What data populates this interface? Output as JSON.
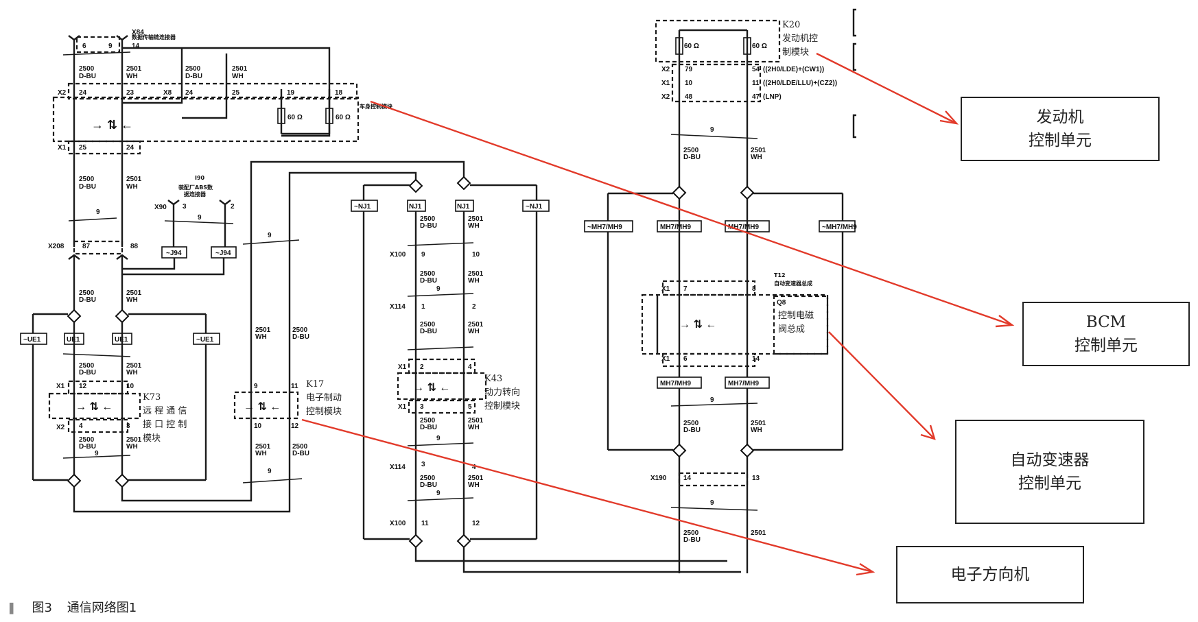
{
  "caption": {
    "marker": "▌",
    "figure": "图3",
    "title": "通信网络图1"
  },
  "target_boxes": {
    "engine": {
      "line1": "发动机",
      "line2": "控制单元"
    },
    "bcm": {
      "line1": "BCM",
      "line2": "控制单元"
    },
    "transmission": {
      "line1": "自动变速器",
      "line2": "控制单元"
    },
    "steering": {
      "line1": "电子方向机"
    }
  },
  "modules": {
    "k20": {
      "code": "K20",
      "name1": "发动机控",
      "name2": "制模块"
    },
    "t12": {
      "code": "T12",
      "sub": "自动变速器总成",
      "q8": "Q8",
      "name1": "控制电磁",
      "name2": "阀总成"
    },
    "k73": {
      "code": "K73",
      "name1": "远 程 通 信",
      "name2": "接 口 控 制",
      "name3": "模块"
    },
    "k17": {
      "code": "K17",
      "name1": "电子制动",
      "name2": "控制模块"
    },
    "k43": {
      "code": "K43",
      "name1": "动力转向",
      "name2": "控制模块"
    },
    "x84": {
      "code": "X84",
      "name": "数据传输链连接器"
    },
    "i90": {
      "code": "I90",
      "name1": "装配厂ABS数",
      "name2": "据连接器"
    },
    "body": {
      "name": "车身控制模块"
    }
  },
  "wires": {
    "bu_num": "2500",
    "bu_col": "D-BU",
    "wh_num": "2501",
    "wh_col": "WH",
    "twist": "9"
  },
  "splices": {
    "ue1": "UE1",
    "not_ue1": "~UE1",
    "nj1": "NJ1",
    "not_nj1": "~NJ1",
    "mh": "MH7/MH9",
    "not_mh": "~MH7/MH9",
    "j94": "~J94"
  },
  "connectors": {
    "x2": "X2",
    "x1": "X1",
    "x8": "X8",
    "x90": "X90",
    "x208": "X208",
    "x100": "X100",
    "x114": "X114",
    "x190": "X190",
    "k20_rows": [
      "((2H0/LDE)+(CW1))",
      "((2H0/LDE/LLU)+(CZ2))",
      "(LNP)"
    ]
  },
  "resistor": "60 Ω"
}
